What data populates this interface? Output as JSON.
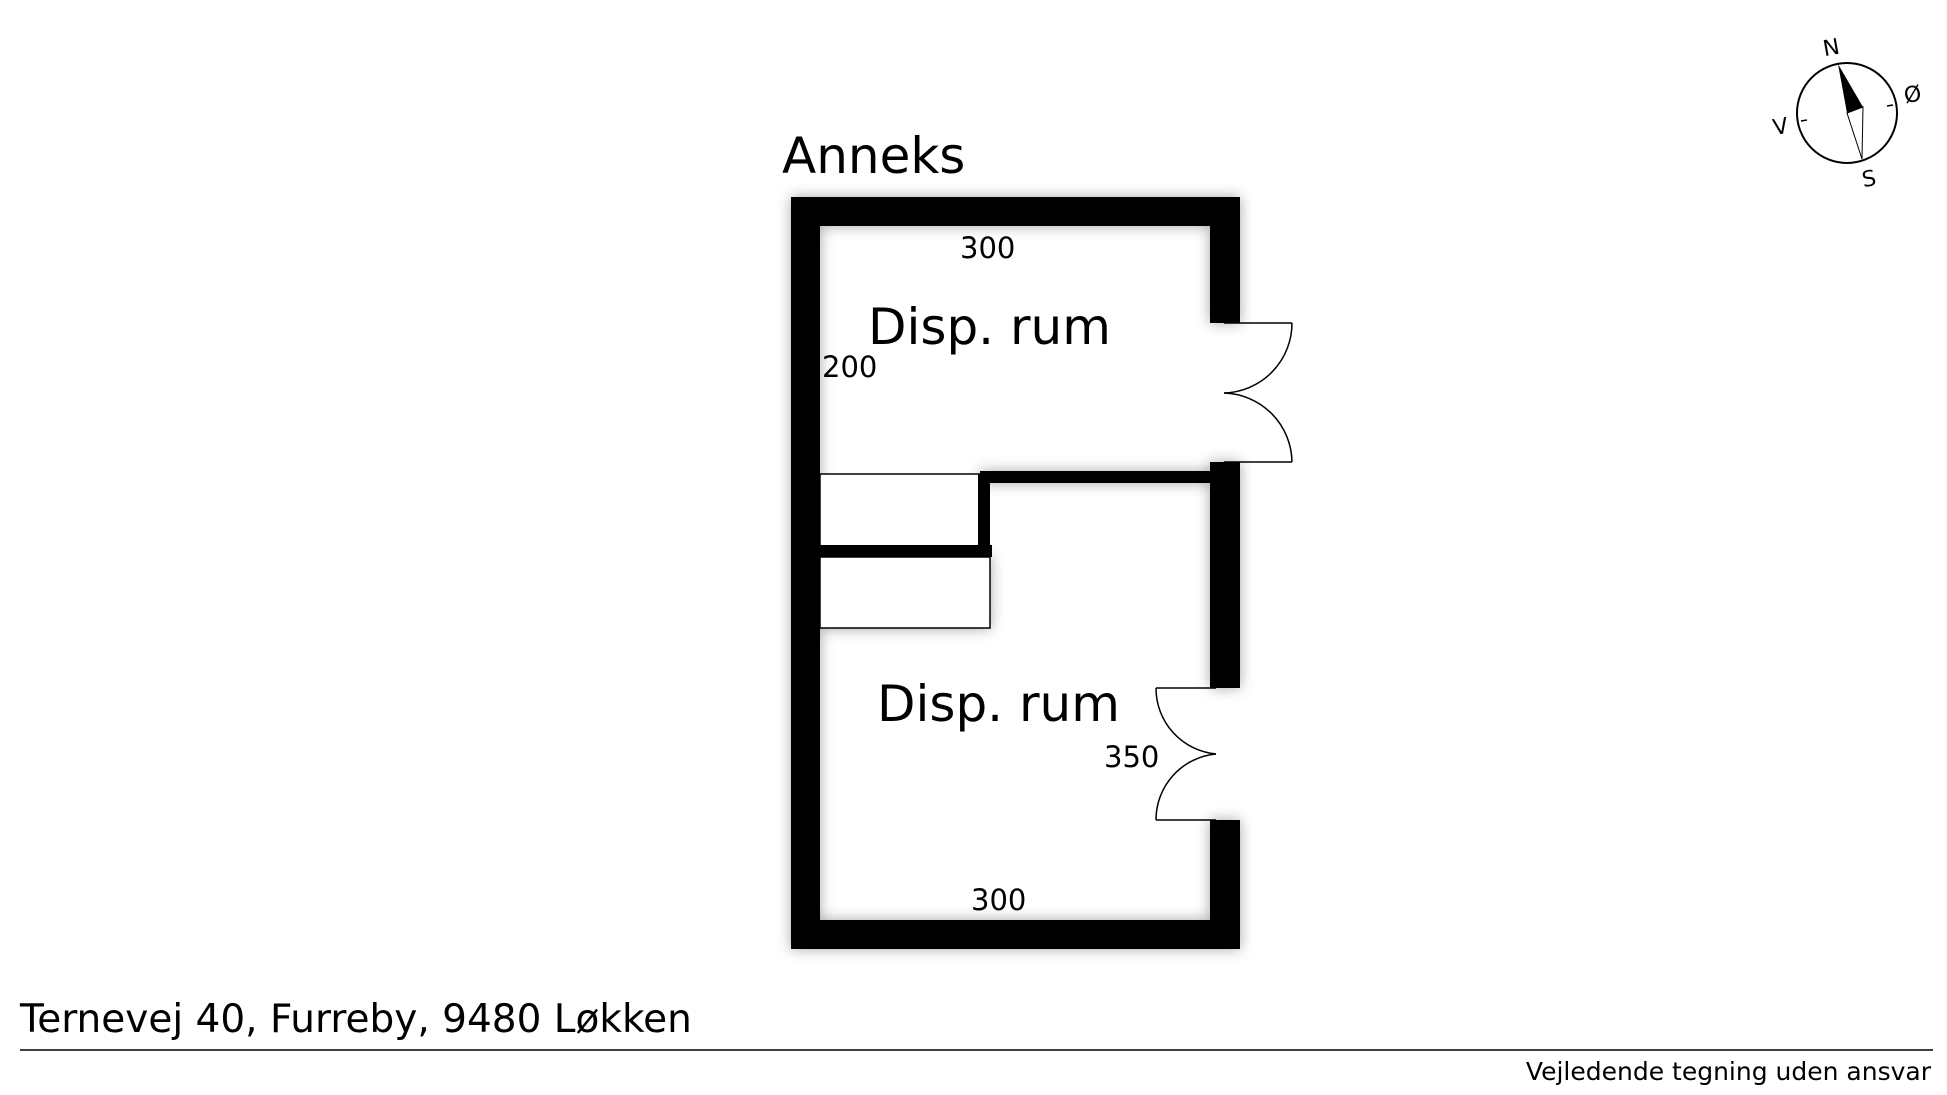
{
  "plan": {
    "title": "Anneks",
    "rooms": [
      {
        "label": "Disp. rum"
      },
      {
        "label": "Disp. rum"
      }
    ],
    "dimensions": {
      "upper_width": "300",
      "upper_depth": "200",
      "lower_depth": "350",
      "lower_width": "300"
    }
  },
  "compass": {
    "north": "N",
    "east": "Ø",
    "south": "S",
    "west": "V"
  },
  "footer": {
    "address": "Ternevej 40, Furreby, 9480 Løkken",
    "disclaimer": "Vejledende tegning uden ansvar"
  },
  "colors": {
    "wall": "#000000",
    "background": "#ffffff",
    "line": "#000000"
  }
}
